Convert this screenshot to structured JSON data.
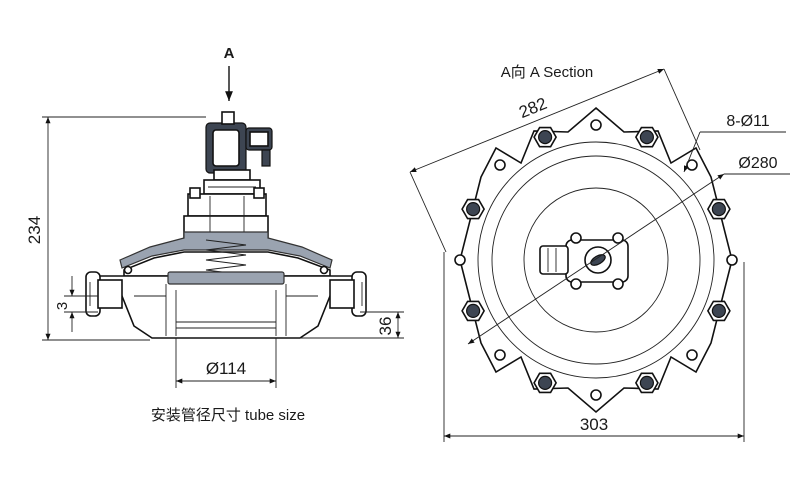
{
  "view_arrow": {
    "label": "A"
  },
  "side_view": {
    "dim_height": "234",
    "dim_small": "3",
    "dim_flange": "36",
    "dim_tube": "Ø114",
    "caption": "安装管径尺寸 tube size"
  },
  "section_view": {
    "title": "A向 A Section",
    "dim_282": "282",
    "dim_holes": "8-Ø11",
    "dim_280": "Ø280",
    "dim_303": "303"
  },
  "colors": {
    "line": "#111111",
    "shade": "#9aa3b0",
    "dark": "#3d4552"
  }
}
